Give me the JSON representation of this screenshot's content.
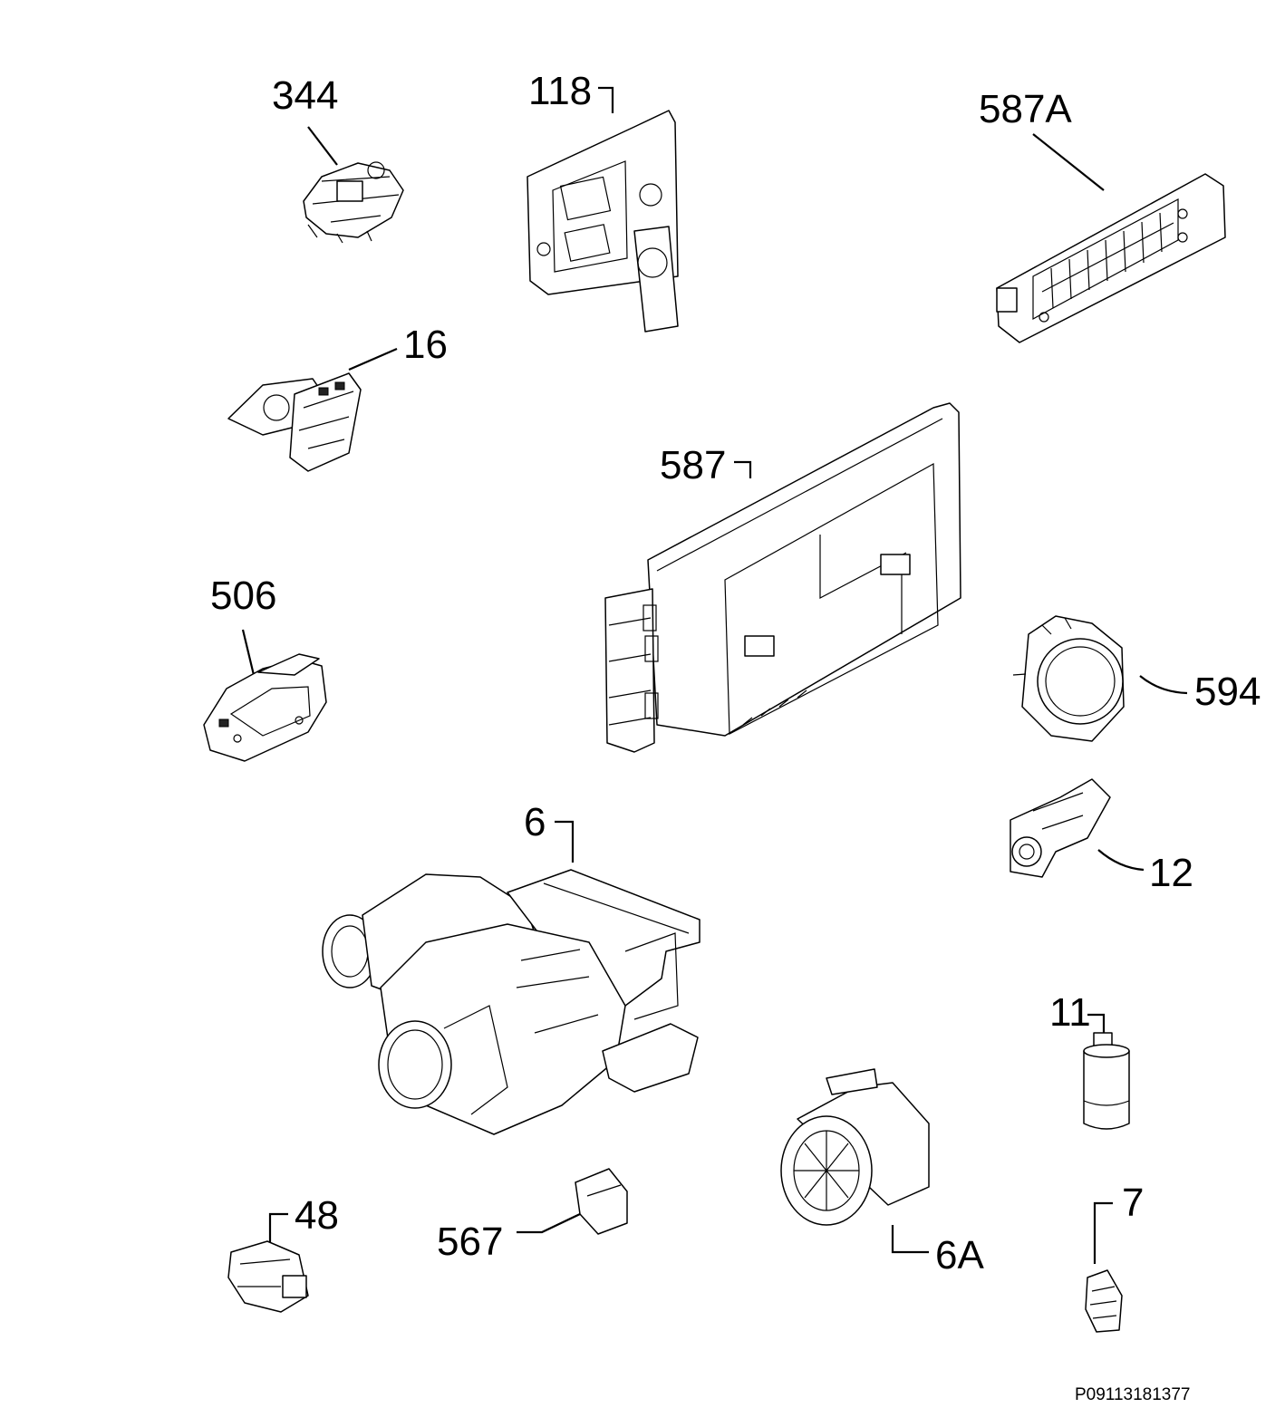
{
  "parts": [
    {
      "label": "344",
      "icon": "door-lock-icon"
    },
    {
      "label": "118",
      "icon": "detergent-dispenser-icon"
    },
    {
      "label": "587A",
      "icon": "control-board-icon"
    },
    {
      "label": "16",
      "icon": "drain-pump-icon"
    },
    {
      "label": "587",
      "icon": "electronic-module-icon"
    },
    {
      "label": "506",
      "icon": "sensor-bracket-icon"
    },
    {
      "label": "594",
      "icon": "selector-knob-icon"
    },
    {
      "label": "6",
      "icon": "circulation-pump-heater-icon"
    },
    {
      "label": "12",
      "icon": "pressure-switch-icon"
    },
    {
      "label": "11",
      "icon": "capacitor-icon"
    },
    {
      "label": "48",
      "icon": "flow-meter-icon"
    },
    {
      "label": "567",
      "icon": "clip-icon"
    },
    {
      "label": "6A",
      "icon": "circulation-pump-icon"
    },
    {
      "label": "7",
      "icon": "connector-icon"
    }
  ],
  "footer": {
    "code": "P09113181377"
  }
}
